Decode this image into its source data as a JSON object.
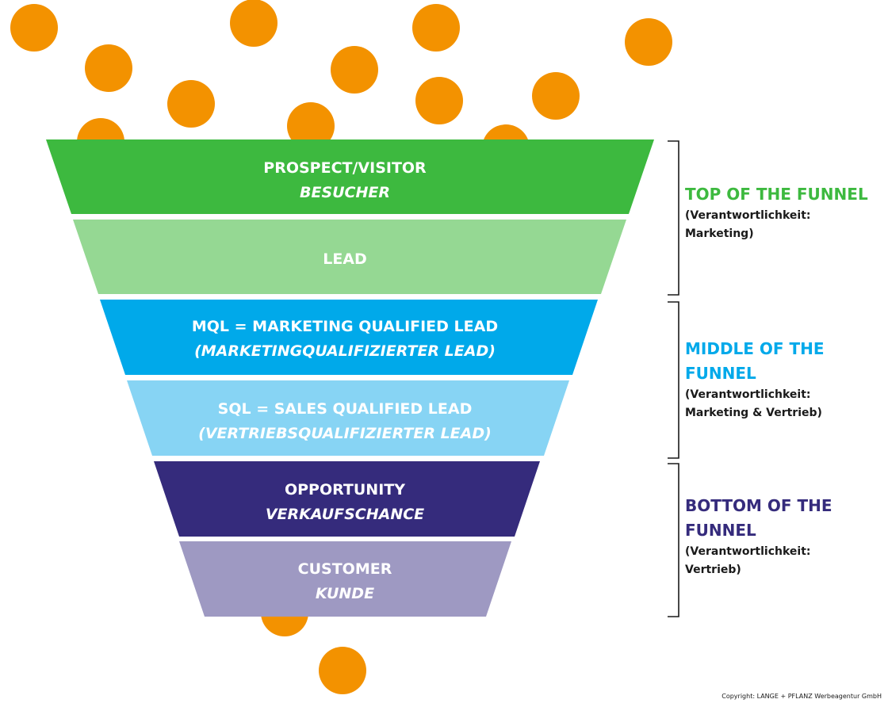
{
  "colors": {
    "dot": "#F39200",
    "stage_1": "#3DB93F",
    "stage_2": "#95D893",
    "stage_3": "#00A9EA",
    "stage_4": "#87D4F4",
    "stage_5": "#352B7C",
    "stage_6": "#9E99C2",
    "top_label": "#3DB93F",
    "middle_label": "#00A9EA",
    "bottom_label": "#352B7C"
  },
  "stages": [
    {
      "title": "PROSPECT/VISITOR",
      "subtitle": "BESUCHER"
    },
    {
      "title": "LEAD",
      "subtitle": ""
    },
    {
      "title": "MQL = MARKETING QUALIFIED LEAD",
      "subtitle": "(MARKETINGQUALIFIZIERTER LEAD)"
    },
    {
      "title": "SQL = SALES QUALIFIED LEAD",
      "subtitle": "(VERTRIEBSQUALIFIZIERTER LEAD)"
    },
    {
      "title": "OPPORTUNITY",
      "subtitle": "VERKAUFSCHANCE"
    },
    {
      "title": "CUSTOMER",
      "subtitle": "KUNDE"
    }
  ],
  "sections": {
    "top": {
      "title_line1": "TOP OF THE FUNNEL",
      "title_line2": "",
      "note_line1": "(Verantwortlichkeit:",
      "note_line2": "Marketing)"
    },
    "middle": {
      "title_line1": "MIDDLE OF THE",
      "title_line2": "FUNNEL",
      "note_line1": "(Verantwortlichkeit:",
      "note_line2": "Marketing & Vertrieb)"
    },
    "bottom": {
      "title_line1": "BOTTOM OF THE",
      "title_line2": "FUNNEL",
      "note_line1": "(Verantwortlichkeit:",
      "note_line2": "Vertrieb)"
    }
  },
  "copyright": "Copyright: LANGE + PFLANZ Werbeagentur GmbH"
}
